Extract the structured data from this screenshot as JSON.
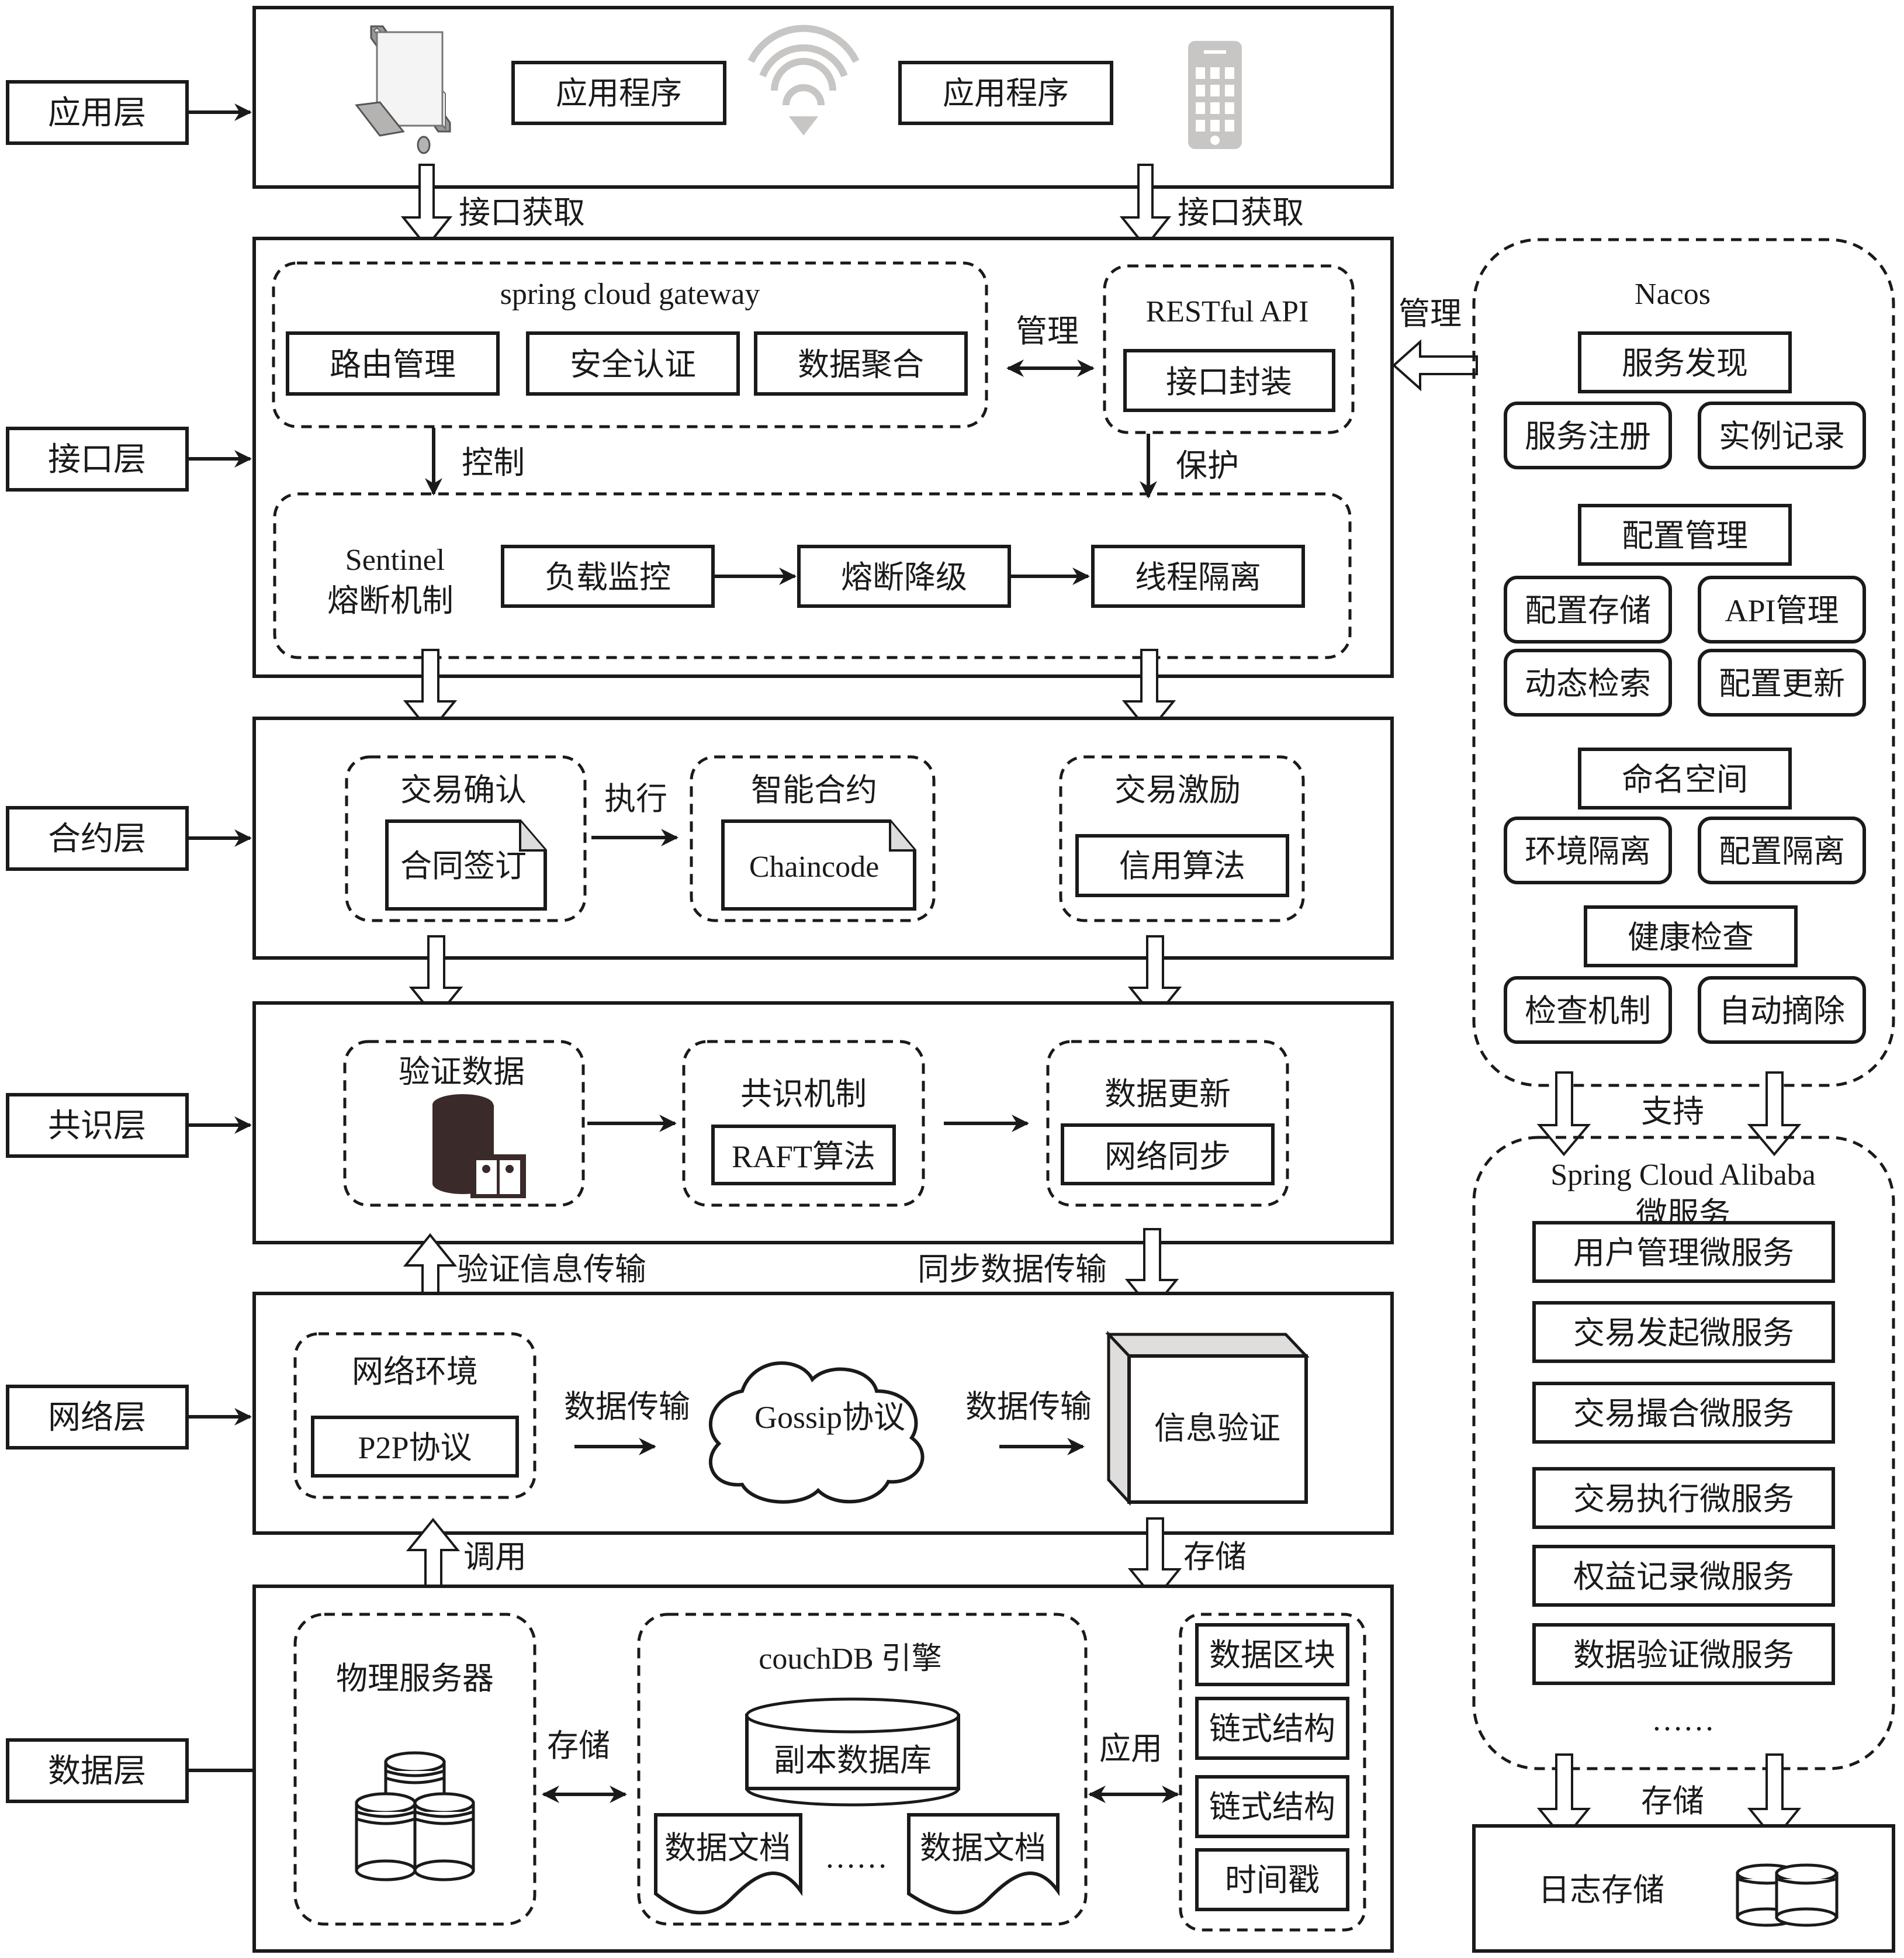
{
  "layers": {
    "app": "应用层",
    "interface": "接口层",
    "contract": "合约层",
    "consensus": "共识层",
    "network": "网络层",
    "data": "数据层"
  },
  "app_layer": {
    "program_1": "应用程序",
    "program_2": "应用程序",
    "icons": [
      "desktop-computer-icon",
      "wifi-icon",
      "mobile-phone-icon"
    ]
  },
  "flows": {
    "interface_fetch_left": "接口获取",
    "interface_fetch_right": "接口获取",
    "control": "控制",
    "protect": "保护",
    "manage_gateway": "管理",
    "manage_nacos": "管理",
    "execute": "执行",
    "verify_info_transfer": "验证信息传输",
    "sync_data_transfer": "同步数据传输",
    "data_transfer_1": "数据传输",
    "data_transfer_2": "数据传输",
    "invoke": "调用",
    "store_network": "存储",
    "store_data": "存储",
    "apply": "应用",
    "support": "支持",
    "store_log": "存储"
  },
  "interface_layer": {
    "gateway_title": "spring cloud gateway",
    "gateway_items": [
      "路由管理",
      "安全认证",
      "数据聚合"
    ],
    "restful_title": "RESTful API",
    "restful_item": "接口封装",
    "sentinel_title": "Sentinel",
    "sentinel_subtitle": "熔断机制",
    "sentinel_items": [
      "负载监控",
      "熔断降级",
      "线程隔离"
    ]
  },
  "contract_layer": {
    "tx_confirm": "交易确认",
    "contract_sign": "合同签订",
    "smart_contract": "智能合约",
    "chaincode": "Chaincode",
    "tx_incentive": "交易激励",
    "credit_algo": "信用算法"
  },
  "consensus_layer": {
    "verify_data": "验证数据",
    "consensus_mech": "共识机制",
    "raft": "RAFT算法",
    "data_update": "数据更新",
    "net_sync": "网络同步"
  },
  "network_layer": {
    "net_env": "网络环境",
    "p2p": "P2P协议",
    "gossip": "Gossip协议",
    "info_verify": "信息验证"
  },
  "data_layer": {
    "physical_server": "物理服务器",
    "couchdb_title": "couchDB  引擎",
    "replica_db": "副本数据库",
    "doc_1": "数据文档",
    "doc_2": "数据文档",
    "ellipsis": "……",
    "chain_items": [
      "数据区块",
      "链式结构",
      "链式结构",
      "时间戳"
    ]
  },
  "nacos": {
    "title": "Nacos",
    "groups": [
      {
        "head": "服务发现",
        "items": [
          "服务注册",
          "实例记录"
        ]
      },
      {
        "head": "配置管理",
        "items": [
          "配置存储",
          "API管理",
          "动态检索",
          "配置更新"
        ]
      },
      {
        "head": "命名空间",
        "items": [
          "环境隔离",
          "配置隔离"
        ]
      },
      {
        "head": "健康检查",
        "items": [
          "检查机制",
          "自动摘除"
        ]
      }
    ]
  },
  "sca": {
    "title": "Spring Cloud Alibaba",
    "subtitle": "微服务",
    "services": [
      "用户管理微服务",
      "交易发起微服务",
      "交易撮合微服务",
      "交易执行微服务",
      "权益记录微服务",
      "数据验证微服务"
    ],
    "more": "……"
  },
  "log": {
    "label": "日志存储"
  }
}
